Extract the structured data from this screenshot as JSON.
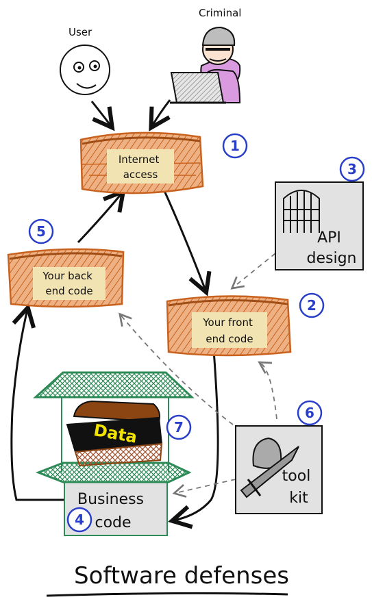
{
  "actors": {
    "user": "User",
    "criminal": "Criminal"
  },
  "walls": {
    "internet": [
      "Internet",
      "access"
    ],
    "backend": [
      "Your back",
      "end code"
    ],
    "frontend": [
      "Your front",
      "end code"
    ]
  },
  "boxes": {
    "api": [
      "API",
      "design"
    ],
    "toolkit": [
      "tool",
      "kit"
    ],
    "business": [
      "Business",
      "code"
    ],
    "data": "Data"
  },
  "badges": [
    "1",
    "2",
    "3",
    "4",
    "5",
    "6",
    "7"
  ],
  "title": "Software defenses",
  "colors": {
    "brick": "#c8621e",
    "brick_fill": "#e8a878",
    "label_bg": "#f2e3b3",
    "badge": "#2a3fc9",
    "cage": "#2e8b57",
    "criminal_shirt": "#d99ae0",
    "chest": "#8b4513",
    "box_fill": "#e2e2e2"
  }
}
